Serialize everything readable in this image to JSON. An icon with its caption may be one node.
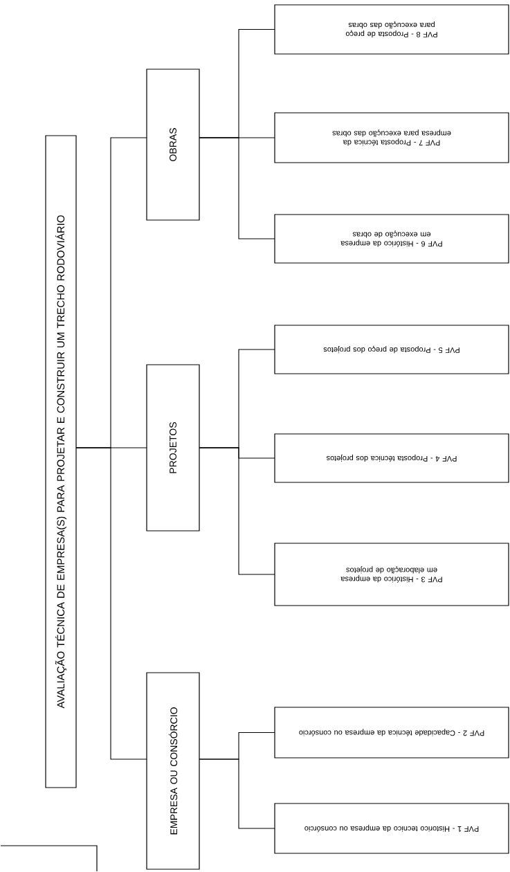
{
  "diagram": {
    "nodes": [
      {
        "text": [
          "AVALIAÇÃO TÉCNICA DE EMPRESA(S) PARA PROJETAR E CONSTRUIR UM TRECHO RODOVIÁRIO"
        ]
      },
      {
        "text": [
          "EMPRESA OU CONSÓRCIO"
        ]
      },
      {
        "text": [
          "PROJETOS"
        ]
      },
      {
        "text": [
          "OBRAS"
        ]
      },
      {
        "text": [
          "PVF 1 - Historico tecnico da empresa ou consórcio"
        ]
      },
      {
        "text": [
          "PVF 2 - Capacidade técnica da empresa ou consórcio"
        ]
      },
      {
        "text": [
          "PVF 3 - Histórico da empresa em elaboração de projetos"
        ]
      },
      {
        "text": [
          "PVF 4 - Proposta técnica dos projetos"
        ]
      },
      {
        "text": [
          "PVF 5 - Proposta de preço dos projetos"
        ]
      },
      {
        "text": [
          "PVF 6 - Histórico da empresa em execução de obras"
        ]
      },
      {
        "text": [
          "PVF 7 - Proposta técnica da empresa para execução das obras"
        ]
      },
      {
        "text": [
          "PVF 8 - Proposta de preço para execução das obras"
        ]
      },
      {
        "text": [],
        "shape": "box"
      }
    ],
    "edges": [
      {
        "from": 0,
        "to": 1,
        "arrow": "none"
      },
      {
        "from": 0,
        "to": 2,
        "arrow": "none"
      },
      {
        "from": 0,
        "to": 3,
        "arrow": "none"
      },
      {
        "from": 1,
        "to": 4,
        "arrow": "none"
      },
      {
        "from": 1,
        "to": 5,
        "arrow": "none"
      },
      {
        "from": 2,
        "to": 6,
        "arrow": "none"
      },
      {
        "from": 2,
        "to": 7,
        "arrow": "none"
      },
      {
        "from": 2,
        "to": 8,
        "arrow": "none"
      },
      {
        "from": 3,
        "to": 9,
        "arrow": "none"
      },
      {
        "from": 3,
        "to": 10,
        "arrow": "none"
      },
      {
        "from": 3,
        "to": 11,
        "arrow": "none"
      }
    ]
  }
}
